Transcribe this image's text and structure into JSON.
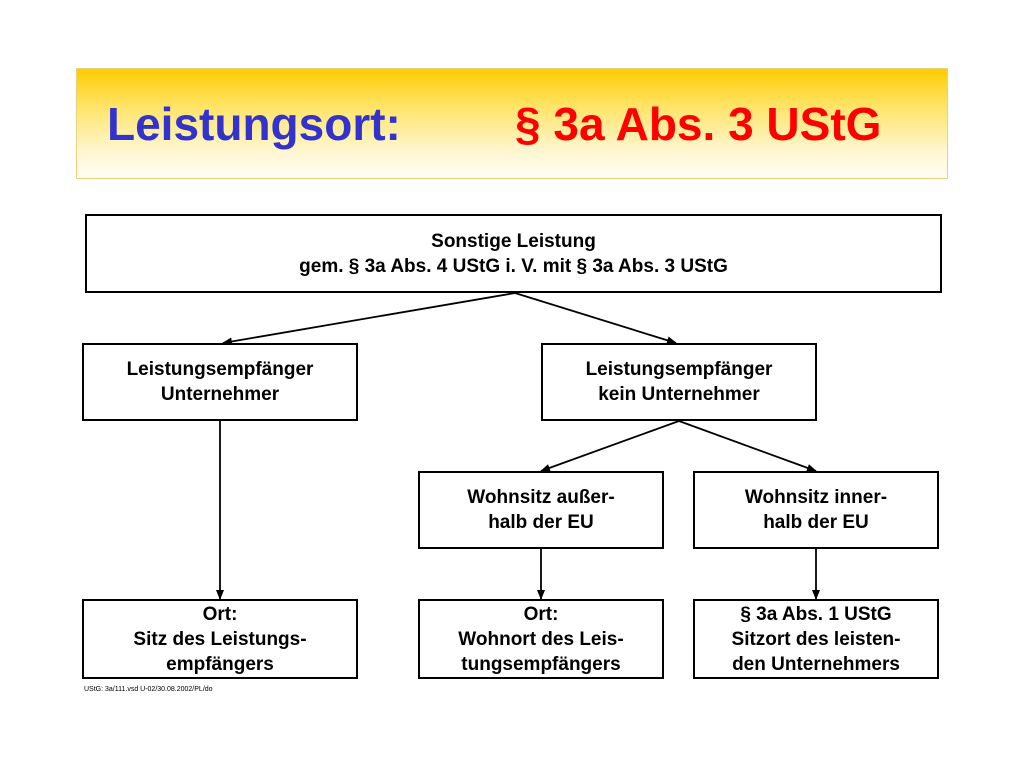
{
  "title": {
    "left": "Leistungsort:",
    "right": "§ 3a Abs. 3 UStG"
  },
  "nodes": {
    "root": {
      "line1": "Sonstige Leistung",
      "line2": "gem. § 3a Abs. 4 UStG i. V. mit § 3a Abs. 3 UStG"
    },
    "recipient_business": {
      "line1": "Leistungsempfänger",
      "line2": "Unternehmer"
    },
    "recipient_non_business": {
      "line1": "Leistungsempfänger",
      "line2": "kein Unternehmer"
    },
    "residence_outside_eu": {
      "line1": "Wohnsitz außer-",
      "line2": "halb der EU"
    },
    "residence_inside_eu": {
      "line1": "Wohnsitz inner-",
      "line2": "halb der EU"
    },
    "place_business": {
      "line1": "Ort:",
      "line2": "Sitz des Leistungs-",
      "line3": "empfängers"
    },
    "place_outside_eu": {
      "line1": "Ort:",
      "line2": "Wohnort des Leis-",
      "line3": "tungsempfängers"
    },
    "place_inside_eu": {
      "line1": "§ 3a Abs. 1 UStG",
      "line2": "Sitzort des leisten-",
      "line3": "den Unternehmers"
    }
  },
  "footer": "UStG: 3a/111.vsd U-02/30.08.2002/PL/do",
  "colors": {
    "title_left": "#3333cc",
    "title_right": "#ff0000",
    "banner_top": "#ffcc00",
    "banner_bottom": "#fffdf4"
  }
}
